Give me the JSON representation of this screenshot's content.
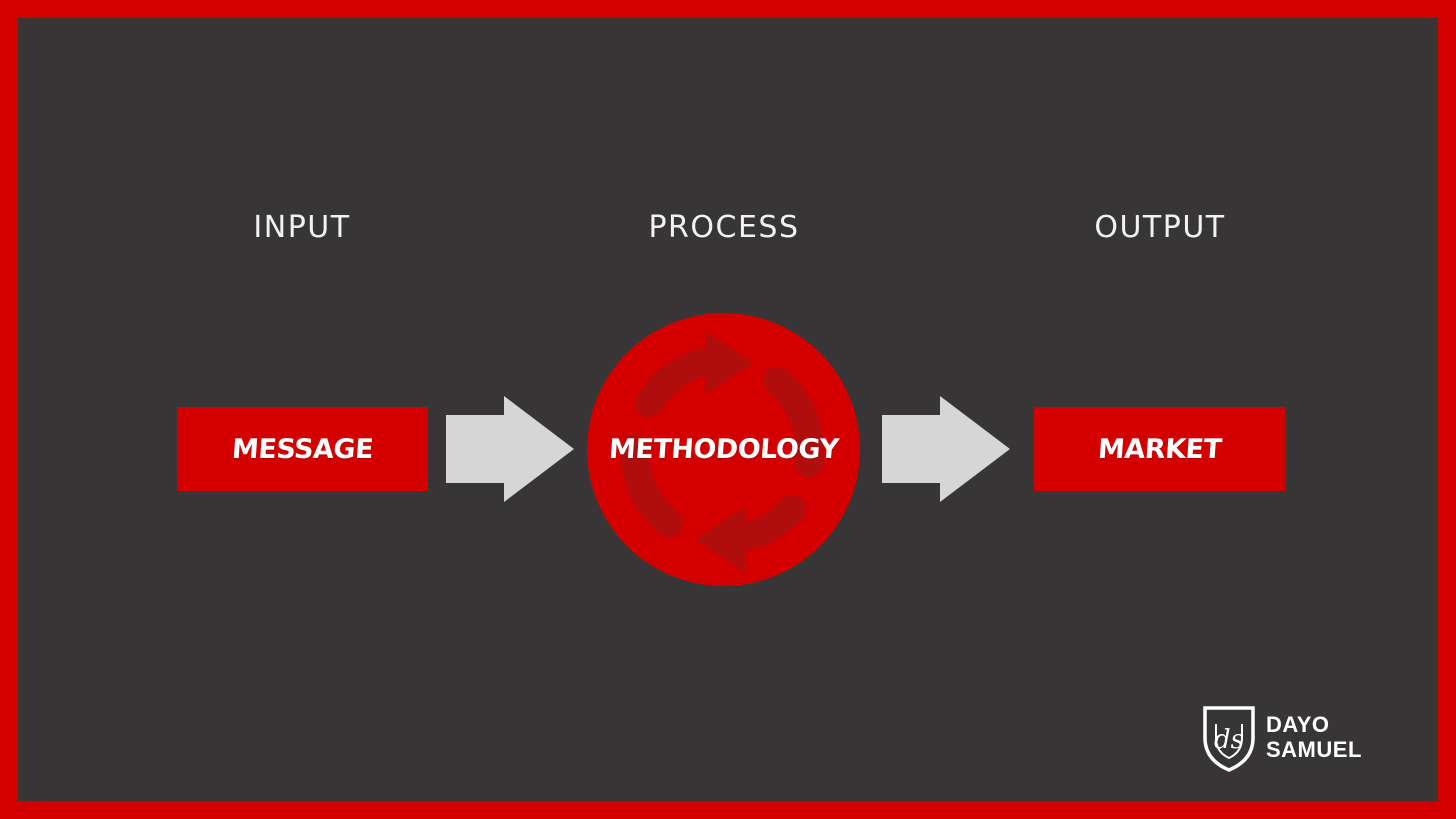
{
  "colors": {
    "frame_border": "#d40000",
    "background": "#373536",
    "node_fill": "#d40000",
    "arrow_fill": "#d6d6d6",
    "cycle_icon": "#b00d0d",
    "text": "#ffffff"
  },
  "stages": {
    "input": "INPUT",
    "process": "PROCESS",
    "output": "OUTPUT"
  },
  "nodes": {
    "message": "MESSAGE",
    "methodology": "METHODOLOGY",
    "market": "MARKET"
  },
  "icons": {
    "cycle": "refresh-cycle-icon",
    "arrow": "right-arrow-icon",
    "logo": "ds-shield-logo-icon"
  },
  "logo": {
    "line1": "DAYO",
    "line2": "SAMUEL",
    "monogram": "ds"
  }
}
